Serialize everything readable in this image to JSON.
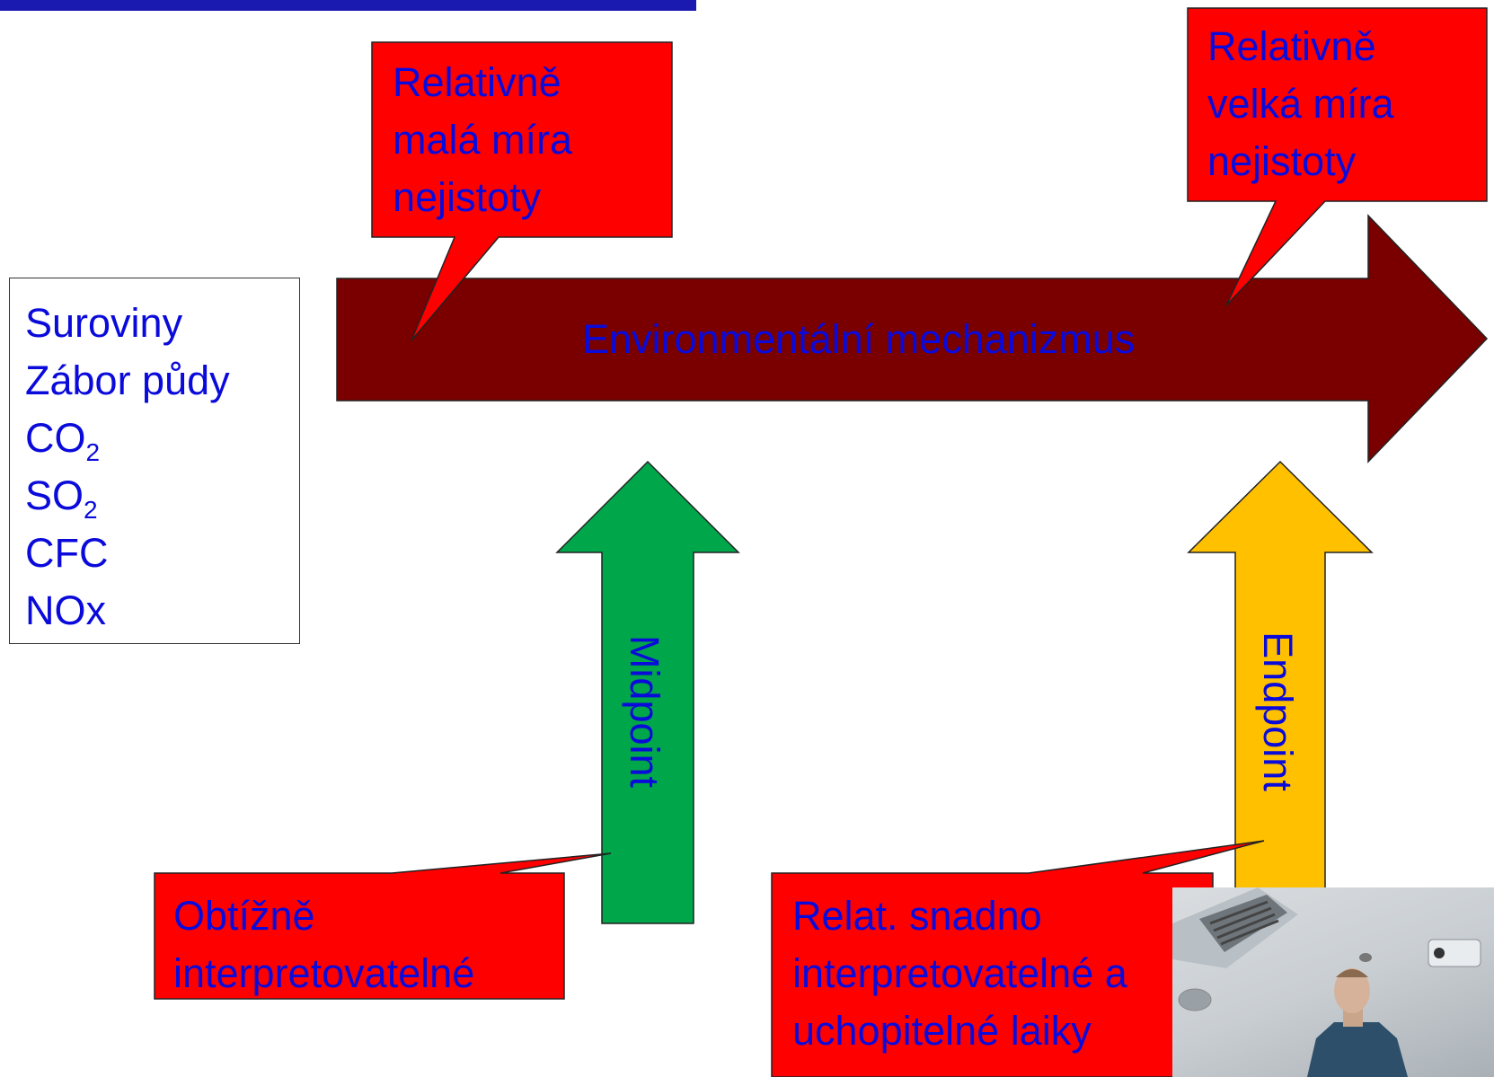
{
  "emission_list": [
    "Suroviny",
    "Zábor půdy",
    "CO",
    "SO",
    "CFC",
    "NOx"
  ],
  "emission_subscripts": [
    "2",
    "2"
  ],
  "mechanism_label": "Environmentální mechanizmus",
  "callouts": {
    "low_uncertainty": [
      "Relativně",
      "malá míra",
      "nejistoty"
    ],
    "high_uncertainty": [
      "Relativně",
      "velká míra",
      "nejistoty"
    ],
    "hard_to_interpret": [
      "Obtížně",
      "interpretovatelné"
    ],
    "easy_to_interpret": [
      "Relat. snadno",
      "interpretovatelné a",
      "uchopitelné laiky"
    ]
  },
  "midpoint_label": "Midpoint",
  "endpoint_label": "Endpoint",
  "colors": {
    "text_blue": "#0a0adb",
    "callout_red": "#ff0000",
    "mechanism_arrow": "#7a0000",
    "midpoint_arrow": "#00a64a",
    "endpoint_arrow": "#ffc000",
    "title_bar": "#1a1ab0"
  }
}
